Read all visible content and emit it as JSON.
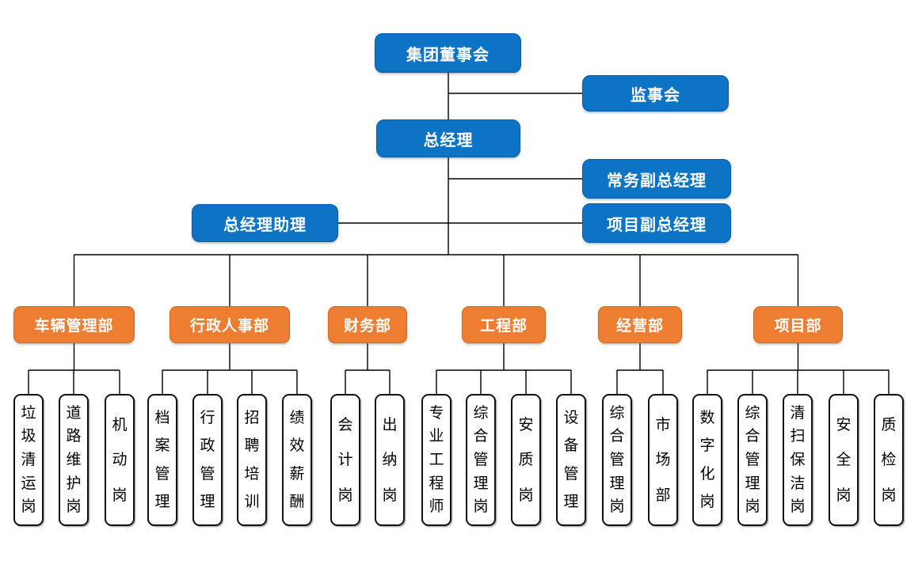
{
  "org_chart": {
    "executive": {
      "board": "集团董事会",
      "supervisory_board": "监事会",
      "general_manager": "总经理",
      "executive_deputy_gm": "常务副总经理",
      "gm_assistant": "总经理助理",
      "project_deputy_gm": "项目副总经理"
    },
    "departments": [
      {
        "label": "车辆管理部",
        "positions": [
          "垃圾清运岗",
          "道路维护岗",
          "机动岗"
        ]
      },
      {
        "label": "行政人事部",
        "positions": [
          "档案管理",
          "行政管理",
          "招聘培训",
          "绩效薪酬"
        ]
      },
      {
        "label": "财务部",
        "positions": [
          "会计岗",
          "出纳岗"
        ]
      },
      {
        "label": "工程部",
        "positions": [
          "专业工程师",
          "综合管理岗",
          "安质岗",
          "设备管理"
        ]
      },
      {
        "label": "经营部",
        "positions": [
          "综合管理岗",
          "市场部"
        ]
      },
      {
        "label": "项目部",
        "positions": [
          "数字化岗",
          "综合管理岗",
          "清扫保洁岗",
          "安全岗",
          "质检岗"
        ]
      }
    ],
    "colors": {
      "executive_fill": "#0d73c4",
      "executive_border": "#0a5da6",
      "department_fill": "#ed7d31",
      "department_border": "#cf6a22",
      "position_border": "#111111",
      "line": "#000000"
    }
  }
}
